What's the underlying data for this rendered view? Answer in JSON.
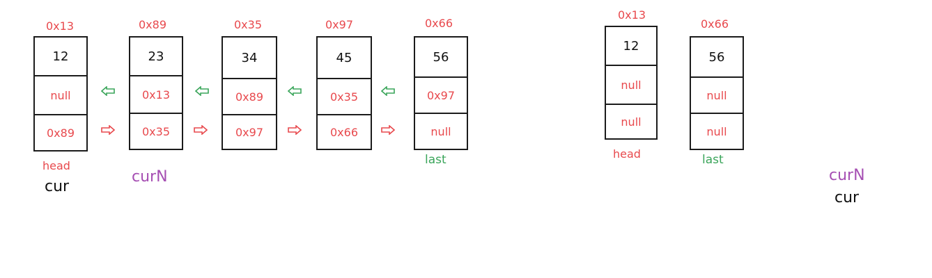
{
  "left_list": {
    "nodes": [
      {
        "addr": "0x13",
        "val": "12",
        "prev": "null",
        "next": "0x89"
      },
      {
        "addr": "0x89",
        "val": "23",
        "prev": "0x13",
        "next": "0x35"
      },
      {
        "addr": "0x35",
        "val": "34",
        "prev": "0x89",
        "next": "0x97"
      },
      {
        "addr": "0x97",
        "val": "45",
        "prev": "0x35",
        "next": "0x66"
      },
      {
        "addr": "0x66",
        "val": "56",
        "prev": "0x97",
        "next": "null"
      }
    ],
    "labels": {
      "head": "head",
      "cur": "cur",
      "curN": "curN",
      "last": "last"
    }
  },
  "right_list": {
    "nodes": [
      {
        "addr": "0x13",
        "val": "12",
        "prev": "null",
        "next": "null"
      },
      {
        "addr": "0x66",
        "val": "56",
        "prev": "null",
        "next": "null"
      }
    ],
    "labels": {
      "head": "head",
      "last": "last",
      "curN": "curN",
      "cur": "cur"
    }
  },
  "colors": {
    "address": "#e8494d",
    "prev_arrow": "#3aa55a",
    "next_arrow": "#e8494d",
    "curN": "#a64fb3",
    "border": "#1b1b1b"
  }
}
